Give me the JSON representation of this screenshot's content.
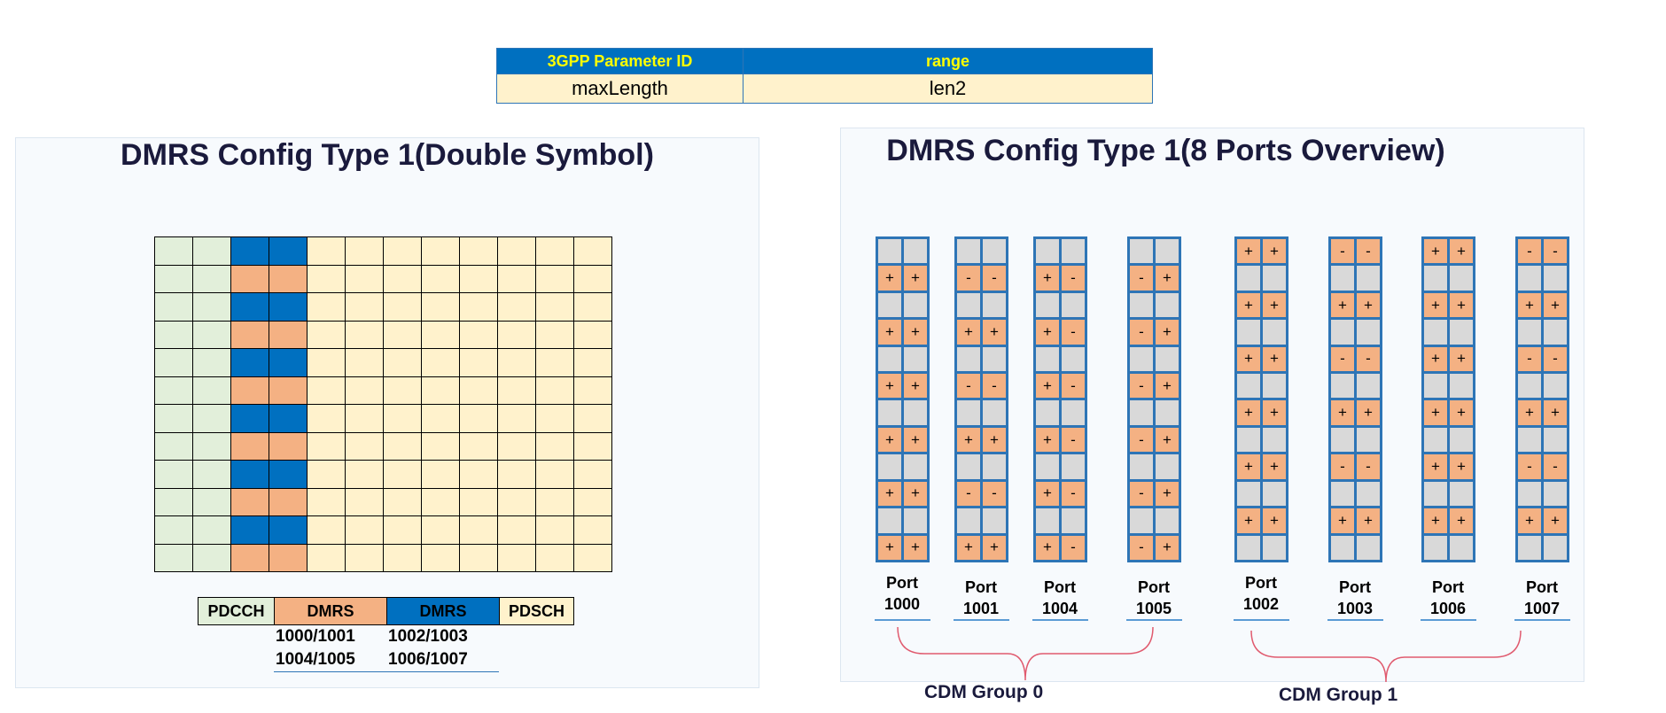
{
  "param_table": {
    "headers": [
      "3GPP Parameter ID",
      "range"
    ],
    "rows": [
      [
        "maxLength",
        "len2"
      ]
    ]
  },
  "left_panel": {
    "title": "DMRS Config Type 1(Double Symbol)",
    "grid": {
      "rows": 12,
      "cols": 12,
      "column_types": [
        "PDCCH",
        "PDCCH",
        "DMRS",
        "DMRS",
        "PDSCH",
        "PDSCH",
        "PDSCH",
        "PDSCH",
        "PDSCH",
        "PDSCH",
        "PDSCH",
        "PDSCH"
      ],
      "dmrs_row_pattern": [
        "blue",
        "orange",
        "blue",
        "orange",
        "blue",
        "orange",
        "blue",
        "orange",
        "blue",
        "orange",
        "blue",
        "orange"
      ]
    },
    "legend": {
      "items": [
        {
          "label": "PDCCH",
          "color": "#e2efda"
        },
        {
          "label": "DMRS",
          "color": "#f4b183"
        },
        {
          "label": "DMRS",
          "color": "#0070c0"
        },
        {
          "label": "PDSCH",
          "color": "#fff2cc"
        }
      ],
      "dmrs_orange_ports": [
        "1000/1001",
        "1004/1005"
      ],
      "dmrs_blue_ports": [
        "1002/1003",
        "1006/1007"
      ]
    }
  },
  "right_panel": {
    "title": "DMRS Config Type 1(8 Ports Overview)",
    "ports": [
      {
        "line1": "Port",
        "line2": "1000",
        "group": 0,
        "pattern": [
          [
            "+",
            "+"
          ],
          [
            "+",
            "+"
          ],
          [
            "+",
            "+"
          ],
          [
            "+",
            "+"
          ],
          [
            "+",
            "+"
          ],
          [
            "+",
            "+"
          ]
        ]
      },
      {
        "line1": "Port",
        "line2": "1001",
        "group": 0,
        "pattern": [
          [
            "-",
            "-"
          ],
          [
            "+",
            "+"
          ],
          [
            "-",
            "-"
          ],
          [
            "+",
            "+"
          ],
          [
            "-",
            "-"
          ],
          [
            "+",
            "+"
          ]
        ]
      },
      {
        "line1": "Port",
        "line2": "1004",
        "group": 0,
        "pattern": [
          [
            "+",
            "-"
          ],
          [
            "+",
            "-"
          ],
          [
            "+",
            "-"
          ],
          [
            "+",
            "-"
          ],
          [
            "+",
            "-"
          ],
          [
            "+",
            "-"
          ]
        ]
      },
      {
        "line1": "Port",
        "line2": "1005",
        "group": 0,
        "pattern": [
          [
            "-",
            "+"
          ],
          [
            "-",
            "+"
          ],
          [
            "-",
            "+"
          ],
          [
            "-",
            "+"
          ],
          [
            "-",
            "+"
          ],
          [
            "-",
            "+"
          ]
        ]
      },
      {
        "line1": "Port",
        "line2": "1002",
        "group": 1,
        "pattern": [
          [
            "+",
            "+"
          ],
          [
            "+",
            "+"
          ],
          [
            "+",
            "+"
          ],
          [
            "+",
            "+"
          ],
          [
            "+",
            "+"
          ],
          [
            "+",
            "+"
          ]
        ]
      },
      {
        "line1": "Port",
        "line2": "1003",
        "group": 1,
        "pattern": [
          [
            "-",
            "-"
          ],
          [
            "+",
            "+"
          ],
          [
            "-",
            "-"
          ],
          [
            "+",
            "+"
          ],
          [
            "-",
            "-"
          ],
          [
            "+",
            "+"
          ]
        ]
      },
      {
        "line1": "Port",
        "line2": "1006",
        "group": 1,
        "pattern": [
          [
            "+",
            "+"
          ],
          [
            "+",
            "+"
          ],
          [
            "+",
            "+"
          ],
          [
            "+",
            "+"
          ],
          [
            "+",
            "+"
          ],
          [
            "+",
            "+"
          ]
        ]
      },
      {
        "line1": "Port",
        "line2": "1007",
        "group": 1,
        "pattern": [
          [
            "-",
            "-"
          ],
          [
            "+",
            "+"
          ],
          [
            "-",
            "-"
          ],
          [
            "+",
            "+"
          ],
          [
            "-",
            "-"
          ],
          [
            "+",
            "+"
          ]
        ]
      }
    ],
    "groups": [
      {
        "label": "CDM Group 0"
      },
      {
        "label": "CDM Group 1"
      }
    ]
  },
  "colors": {
    "pdcch": "#e2efda",
    "dmrs_orange": "#f4b183",
    "dmrs_blue": "#0070c0",
    "pdsch": "#fff2cc",
    "empty_re": "#d9d9d9",
    "port_border": "#2e75b6",
    "brace": "#e05a6e"
  }
}
